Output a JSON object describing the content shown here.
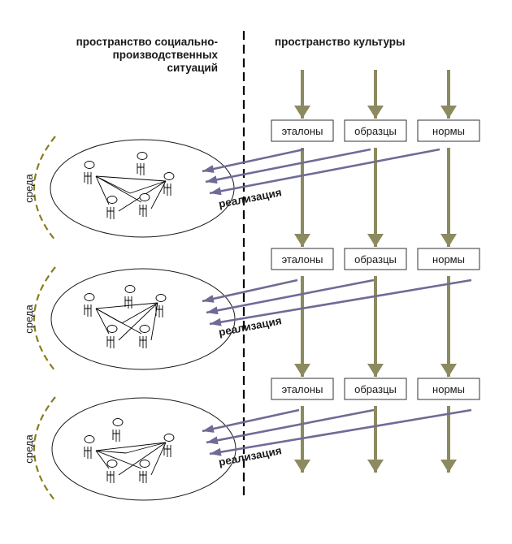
{
  "headings": {
    "social_space": [
      "пространство социально-",
      "производственных",
      "ситуаций"
    ],
    "culture_space": "пространство культуры"
  },
  "layers": [
    {
      "boxes": [
        "эталоны",
        "образцы",
        "нормы"
      ],
      "realization_label": "реализация",
      "environment_label": "среда"
    },
    {
      "boxes": [
        "эталоны",
        "образцы",
        "нормы"
      ],
      "realization_label": "реализация",
      "environment_label": "среда"
    },
    {
      "boxes": [
        "эталоны",
        "образцы",
        "нормы"
      ],
      "realization_label": "реализация",
      "environment_label": "среда"
    }
  ],
  "colors": {
    "vertical_arrow": "#8c8a60",
    "realization_arrow": "#6f6b96",
    "environment_arc": "#8a7d1e",
    "divider": "#000000",
    "box_border": "#333333",
    "figure_stroke": "#000000"
  }
}
